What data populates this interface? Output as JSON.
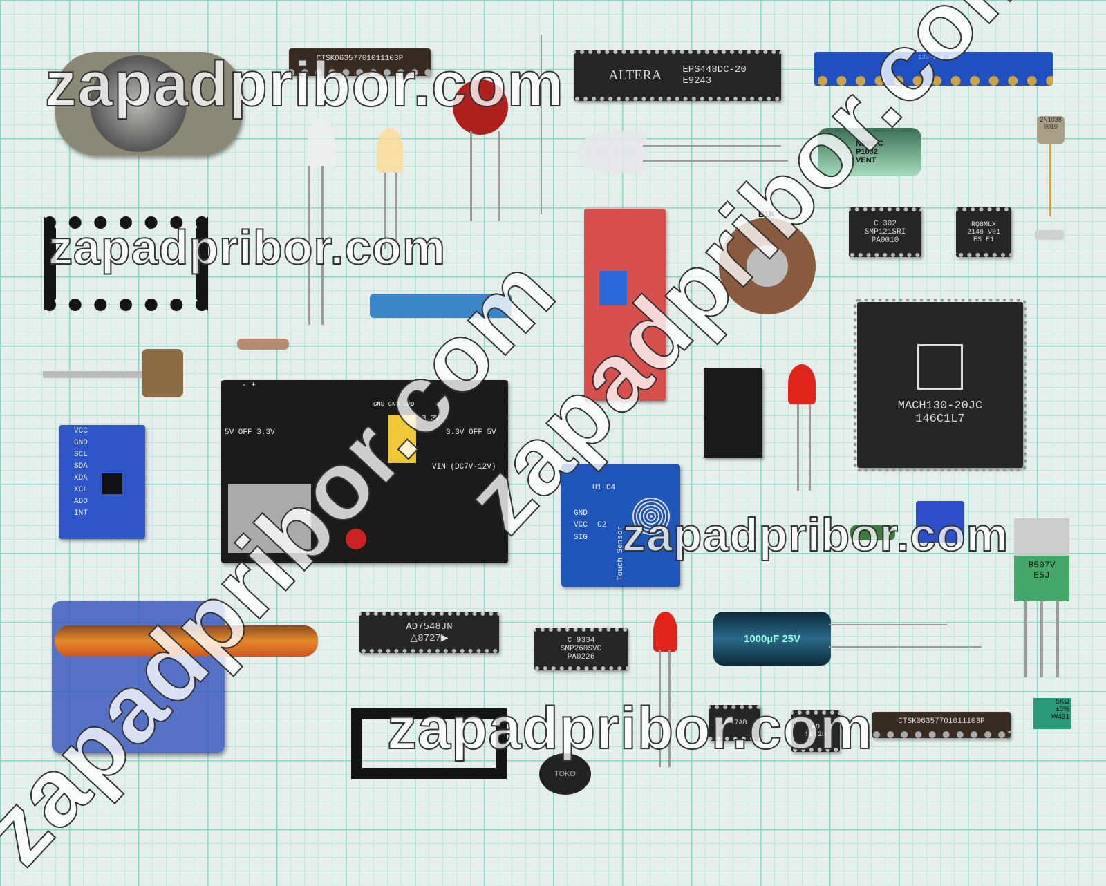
{
  "watermark": "zapadpribor.com",
  "components": {
    "resistor_network_top": "CTSK06357701011103P",
    "altera_chip": {
      "brand": "ALTERA",
      "part": "EPS448DC-20",
      "code": "E9243"
    },
    "edge_connector": "133-022-43",
    "capacitor_np": {
      "l1": "NP85°C",
      "l2": "P1032",
      "l3": "VENT"
    },
    "transistor_can": {
      "l1": "2N1038",
      "l2": "9010"
    },
    "soic_left": {
      "l1": "C 302",
      "l2": "SMP121SRI",
      "l3": "PA0010"
    },
    "soic_right": {
      "l1": "RQ8MLX",
      "l2": "2146 V01",
      "l3": "ES   E1"
    },
    "potentiometer": "B1K",
    "mach_chip": {
      "l1": "MACH130-20JC",
      "l2": "146C1L7"
    },
    "gyro_pins": [
      "VCC",
      "GND",
      "SCL",
      "SDA",
      "XDA",
      "XCL",
      "ADO",
      "INT"
    ],
    "power_module": {
      "vin": "VIN (DC7V-12V)",
      "left_sel": "5V OFF 3.3V",
      "right_sel": "3.3V OFF 5V",
      "rail": "3.3V",
      "gnd": "GND GND GND",
      "pm": "- +"
    },
    "touch_sensor": {
      "title": "Touch Sensor",
      "pins": [
        "GND",
        "VCC",
        "SIG"
      ],
      "u1": "U1",
      "c4": "C4",
      "c2": "C2"
    },
    "ad_chip": {
      "l1": "AD7548JN",
      "l2": "△8727▶"
    },
    "smp_chip": {
      "l1": "C 9334",
      "l2": "SMP260SVC",
      "l3": "PA0226"
    },
    "electrolytic": "1000µF 25V",
    "regulator": {
      "l1": "B507V",
      "l2": "E5J"
    },
    "inductor": "TOKO",
    "trimmer": {
      "l1": "5KΩ",
      "l2": "±5%",
      "l3": "W431"
    },
    "resistor_network_bottom": "CTSK06357701011103P",
    "small_chip_a": "0577AB",
    "small_chip_b": {
      "l1": "AD",
      "l2": "SE42N"
    }
  },
  "colors": {
    "grid": "#8fd2c3",
    "paper": "#e6eeec",
    "pcb_black": "#1b1b1b",
    "pcb_blue": "#2350a8",
    "pcb_red": "#d8504e"
  }
}
